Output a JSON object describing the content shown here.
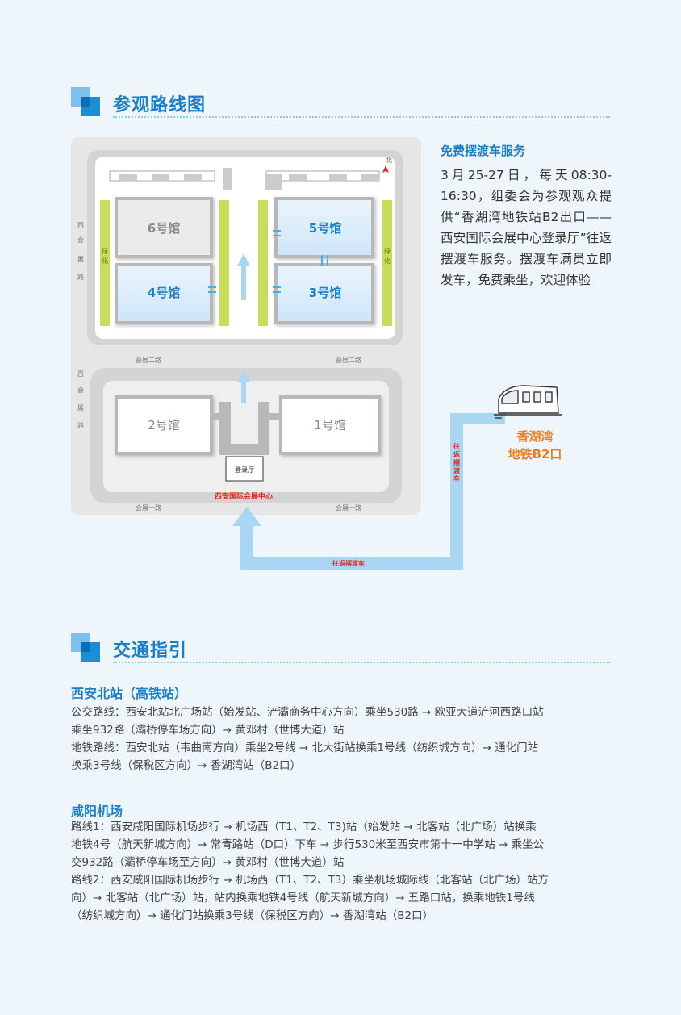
{
  "section1": {
    "title": "参观路线图"
  },
  "map": {
    "compass": "北",
    "west_road": [
      "西",
      "会",
      "展",
      "路"
    ],
    "west_road_lower": [
      "西",
      "会",
      "展",
      "路"
    ],
    "greenbelt": [
      "绿",
      "化"
    ],
    "greenbelt_right": [
      "绿",
      "化"
    ],
    "halls": {
      "h6": "6号馆",
      "h5": "5号馆",
      "h4": "4号馆",
      "h3": "3号馆",
      "h2": "2号馆",
      "h1": "1号馆"
    },
    "road2_left": "会展二路",
    "road2_right": "会展二路",
    "road1_left": "会展一路",
    "road1_right": "会展一路",
    "lobby": "登录厅",
    "center_name": "西安国际会展中心",
    "shuttle_vertical": [
      "往",
      "返",
      "摆",
      "渡",
      "车"
    ],
    "shuttle_horizontal": "往返摆渡车",
    "metro_label_line1": "香湖湾",
    "metro_label_line2": "地铁B2口",
    "colors": {
      "accent": "#1a8fd8",
      "route": "#a8d6f3",
      "label_red": "#e0281e",
      "metro_orange": "#f07d1a"
    }
  },
  "shuttle": {
    "title": "免费摆渡车服务",
    "body": "3月25-27日，每天08:30-16:30，组委会为参观观众提供“香湖湾地铁站B2出口——西安国际会展中心登录厅”往返摆渡车服务。摆渡车满员立即发车，免费乘坐，欢迎体验"
  },
  "section2": {
    "title": "交通指引"
  },
  "north_station": {
    "title": "西安北站（高铁站）",
    "lines": [
      "公交路线：西安北站北广场站（始发站、浐灞商务中心方向）乘坐530路 → 欧亚大道浐河西路口站",
      "乘坐932路（灞桥停车场方向）→ 黄邓村（世博大道）站",
      "地铁路线：西安北站（韦曲南方向）乘坐2号线 → 北大街站换乘1号线（纺织城方向）→ 通化门站",
      "换乘3号线（保税区方向）→ 香湖湾站（B2口）"
    ]
  },
  "airport": {
    "title": "咸阳机场",
    "lines": [
      "路线1：西安咸阳国际机场步行 → 机场西（T1、T2、T3)站（始发站 → 北客站（北广场）站换乘",
      "地铁4号（航天新城方向）→ 常青路站（D口）下车 → 步行530米至西安市第十一中学站 → 乘坐公",
      "交932路（灞桥停车场至方向）→ 黄邓村（世博大道）站",
      "路线2：西安咸阳国际机场步行 → 机场西（T1、T2、T3）乘坐机场城际线（北客站（北广场）站方",
      "向）→ 北客站（北广场）站，站内换乘地铁4号线（航天新城方向）→ 五路口站，换乘地铁1号线",
      "（纺织城方向）→ 通化门站换乘3号线（保税区方向）→ 香湖湾站（B2口）"
    ]
  }
}
